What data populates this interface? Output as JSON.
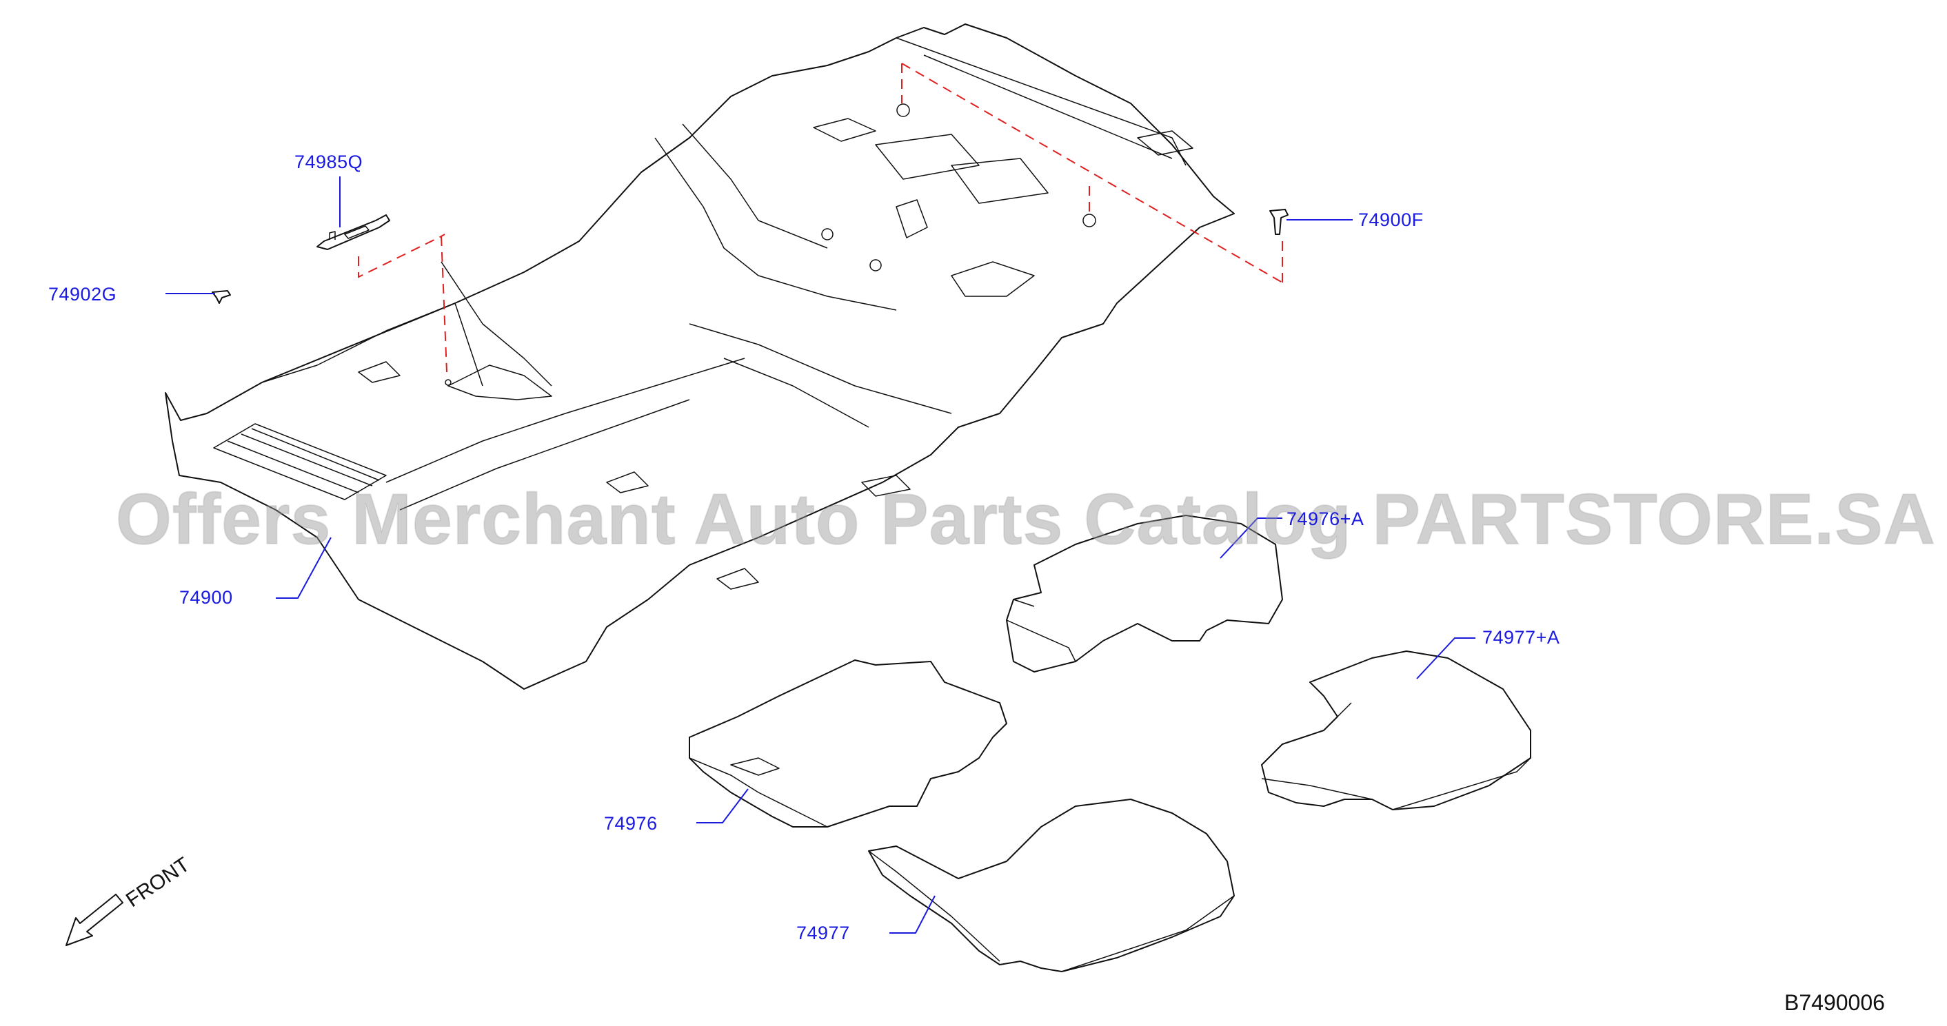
{
  "diagram": {
    "code": "B7490006",
    "front_label": "FRONT",
    "watermark": "Offers Merchant Auto Parts Catalog PARTSTORE.SA",
    "callouts": {
      "p74985Q": "74985Q",
      "p74902G": "74902G",
      "p74900F": "74900F",
      "p74900": "74900",
      "p74976A": "74976+A",
      "p74977A": "74977+A",
      "p74976": "74976",
      "p74977": "74977"
    },
    "colors": {
      "callout": "#1a1ae0",
      "dash": "#e02020",
      "line": "#111111",
      "watermark": "#969696"
    }
  }
}
